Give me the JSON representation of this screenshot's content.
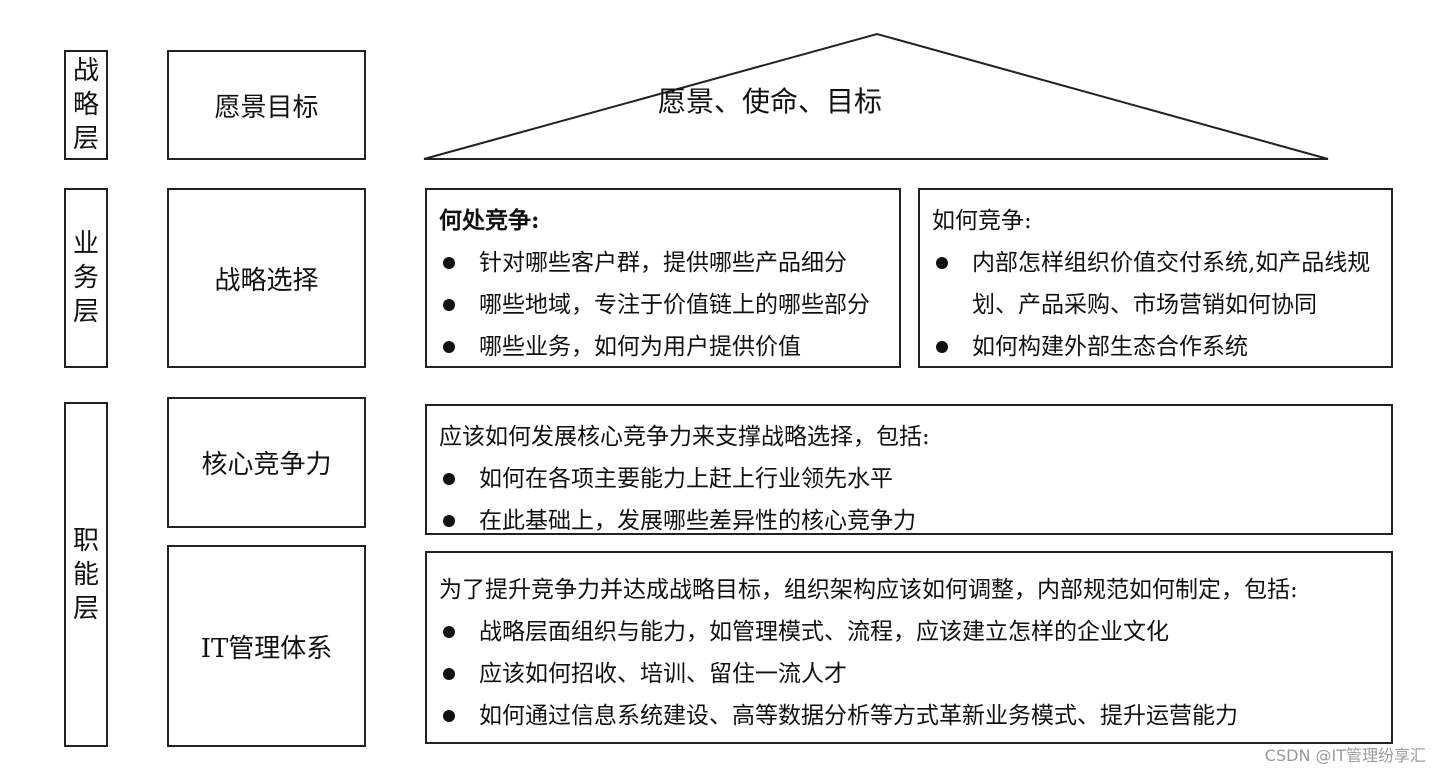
{
  "layers": {
    "strategy": [
      "战",
      "略",
      "层"
    ],
    "business": [
      "业",
      "务",
      "层"
    ],
    "function": [
      "职",
      "能",
      "层"
    ]
  },
  "labels": {
    "vision": "愿景目标",
    "strategy_choice": "战略选择",
    "core_competence": "核心竞争力",
    "it_system": "IT管理体系"
  },
  "roof": {
    "text": "愿景、使命、目标"
  },
  "where": {
    "title": "何处竞争:",
    "items": [
      "针对哪些客户群，提供哪些产品细分",
      "哪些地域，专注于价值链上的哪些部分",
      "哪些业务，如何为用户提供价值"
    ]
  },
  "how": {
    "title": "如何竞争:",
    "items": [
      "内部怎样组织价值交付系统,如产品线规划、产品采购、市场营销如何协同",
      "如何构建外部生态合作系统"
    ]
  },
  "core": {
    "title": "应该如何发展核心竞争力来支撑战略选择，包括:",
    "items": [
      "如何在各项主要能力上赶上行业领先水平",
      "在此基础上，发展哪些差异性的核心竞争力"
    ]
  },
  "it": {
    "title": "为了提升竞争力并达成战略目标，组织架构应该如何调整，内部规范如何制定，包括:",
    "items": [
      "战略层面组织与能力，如管理模式、流程，应该建立怎样的企业文化",
      "应该如何招收、培训、留住一流人才",
      "如何通过信息系统建设、高等数据分析等方式革新业务模式、提升运营能力"
    ]
  },
  "watermark": "CSDN @IT管理纷享汇"
}
